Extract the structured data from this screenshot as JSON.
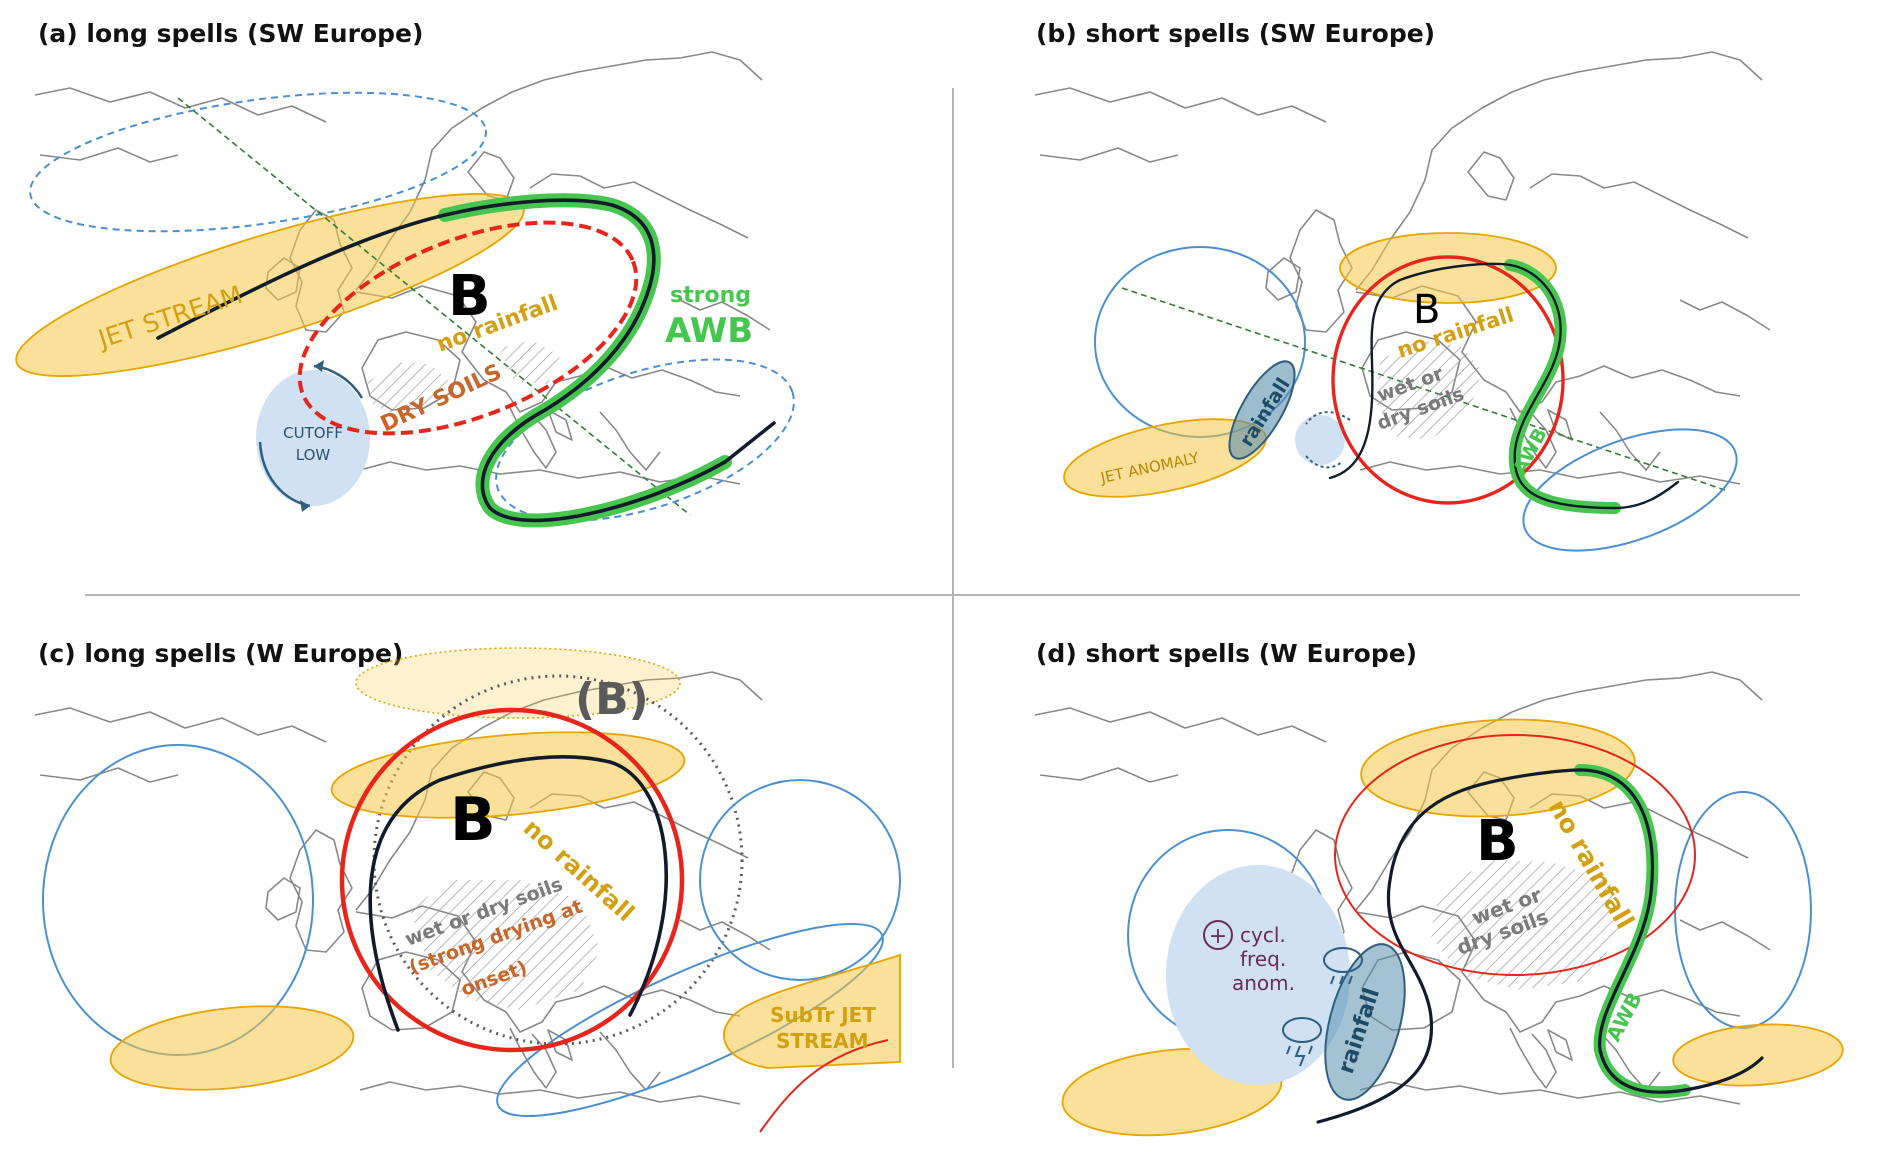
{
  "panels": [
    {
      "title": "(a) long spells (SW Europe)"
    },
    {
      "title": "(b) short spells (SW Europe)"
    },
    {
      "title": "(c) long spells (W Europe)"
    },
    {
      "title": "(d) short spells (W Europe)"
    }
  ],
  "labels": {
    "a_jet": "JET STREAM",
    "a_B": "B",
    "a_norain": "no rainfall",
    "a_strong": "strong",
    "a_awb": "AWB",
    "a_dry": "DRY SOILS",
    "a_cutoff1": "CUTOFF",
    "a_cutoff2": "LOW",
    "b_B": "B",
    "b_norain": "no rainfall",
    "b_wet1": "wet or",
    "b_wet2": "dry soils",
    "b_rain": "rainfall",
    "b_jetanom": "JET ANOMALY",
    "b_awb": "AWB",
    "c_B": "B",
    "c_Bpar": "(B)",
    "c_norain": "no rainfall",
    "c_wet": "wet or dry soils",
    "c_strong1": "(strong drying at",
    "c_strong2": "onset)",
    "c_sub1": "SubTr JET",
    "c_sub2": "STREAM",
    "d_B": "B",
    "d_norain": "no rainfall",
    "d_wet1": "wet or",
    "d_wet2": "dry soils",
    "d_cycl1": "cycl.",
    "d_cycl2": "freq.",
    "d_cycl3": "anom.",
    "d_plus": "+",
    "d_rain": "rainfall",
    "d_awb": "AWB"
  },
  "colors": {
    "jet_fill": "#f6c744",
    "jet_edge": "#e8a400",
    "jet_text": "#d3a011",
    "blue_line": "#4a8fcf",
    "red": "#e8251b",
    "green": "#46c64e",
    "dark": "#111b2b",
    "soils_text": "#c8662a",
    "gray_text": "#7a7a7a",
    "cyclone_fill": "#cfe1f3",
    "cyclone_text": "#6b2b5e",
    "rain_fill": "#5b8fad"
  }
}
